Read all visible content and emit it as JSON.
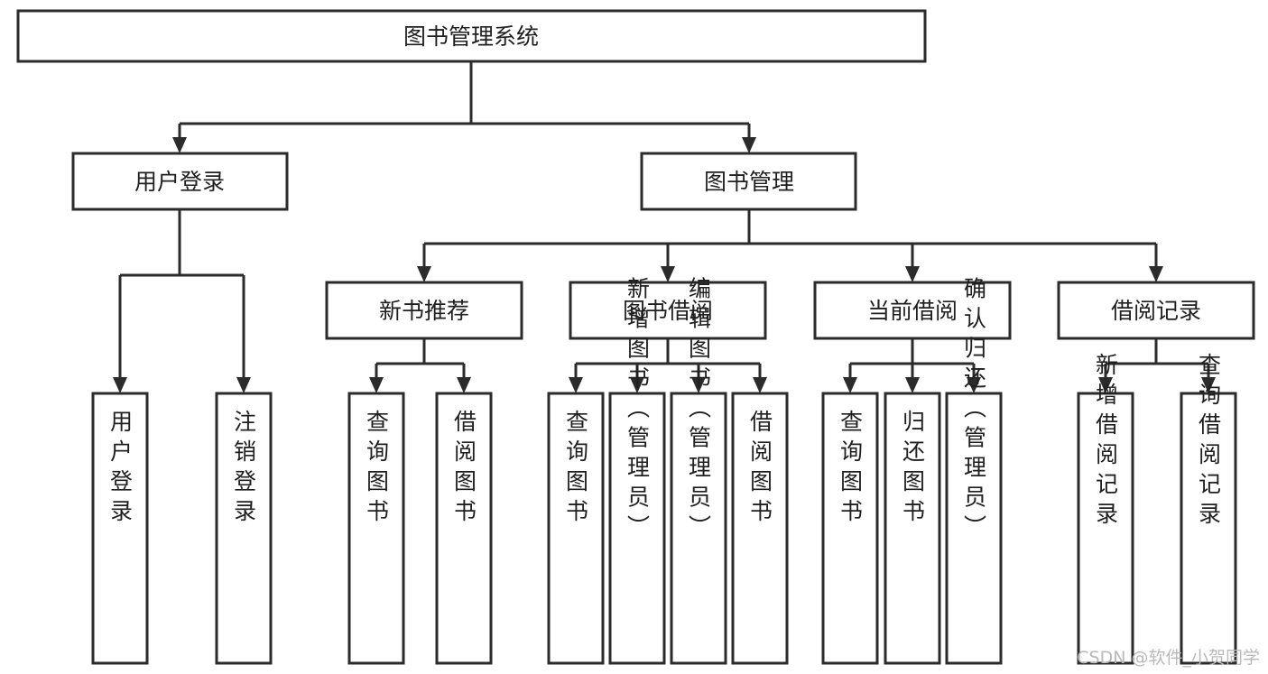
{
  "diagram": {
    "type": "tree",
    "title": "图书管理系统",
    "orientation": "top-down",
    "colors": {
      "box_stroke": "#2b2b2b",
      "box_fill": "#ffffff",
      "text": "#1f1f1f",
      "edge": "#2b2b2b",
      "watermark": "#b9b9b9",
      "background": "#ffffff"
    },
    "root": {
      "label": "图书管理系统"
    },
    "level2": [
      {
        "label": "用户登录"
      },
      {
        "label": "图书管理"
      }
    ],
    "level3": [
      {
        "label": "新书推荐"
      },
      {
        "label": "图书借阅"
      },
      {
        "label": "当前借阅"
      },
      {
        "label": "借阅记录"
      }
    ],
    "leaves": {
      "user_login": [
        {
          "label": "用户登录"
        },
        {
          "label": "注销登录"
        }
      ],
      "new_book_recommend": [
        {
          "label": "查询图书"
        },
        {
          "label": "借阅图书"
        }
      ],
      "book_borrow": [
        {
          "label": "查询图书"
        },
        {
          "label": "新增图书（管理员）"
        },
        {
          "label": "编辑图书（管理员）"
        },
        {
          "label": "借阅图书"
        }
      ],
      "current_borrow": [
        {
          "label": "查询图书"
        },
        {
          "label": "归还图书"
        },
        {
          "label": "确认归还（管理员）"
        }
      ],
      "borrow_record": [
        {
          "label": "新增借阅记录"
        },
        {
          "label": "查询借阅记录"
        }
      ]
    }
  },
  "watermark": {
    "text": "CSDN @软件_小贺同学"
  }
}
